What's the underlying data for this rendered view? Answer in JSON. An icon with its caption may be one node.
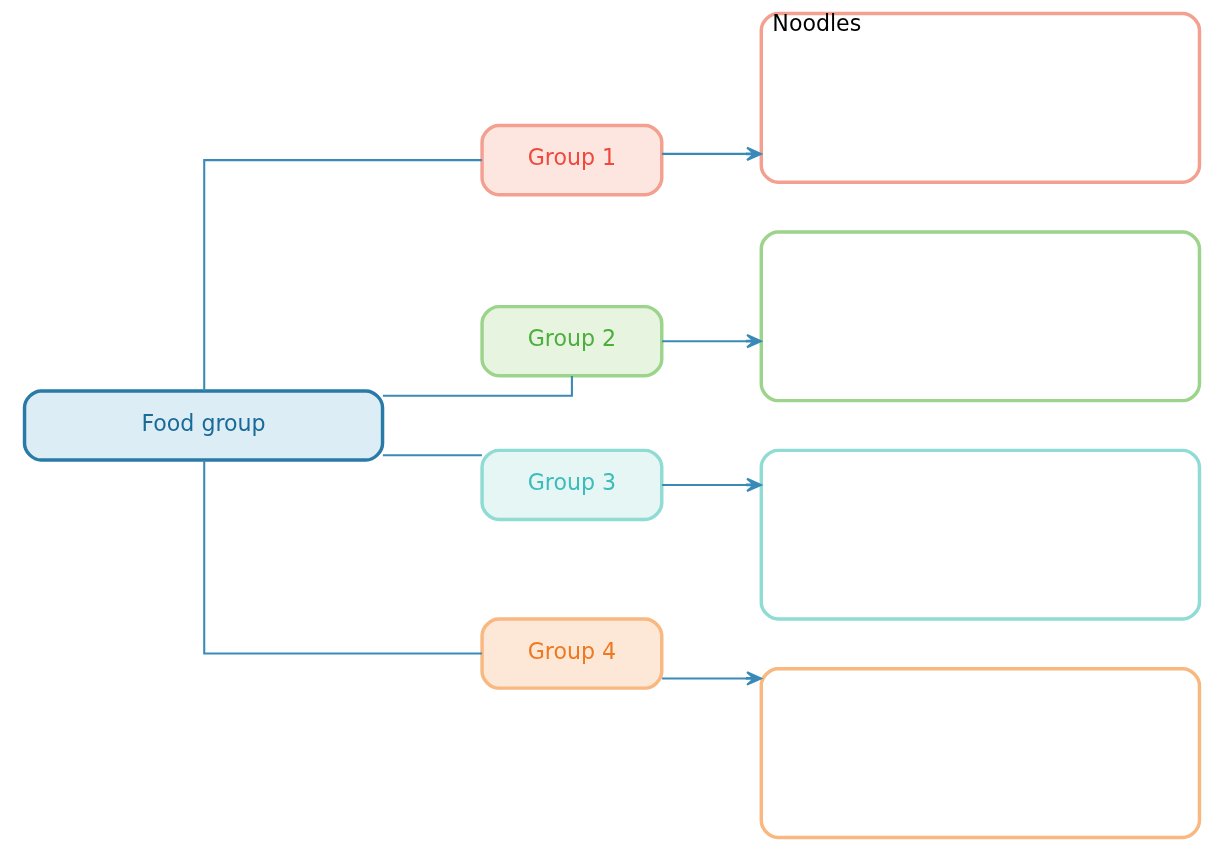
{
  "diagram": {
    "nodes": [
      {
        "text": [
          "Food group"
        ]
      },
      {
        "text": [
          "Group 1"
        ]
      },
      {
        "text": [
          "Group 2"
        ]
      },
      {
        "text": [
          "Group 3"
        ]
      },
      {
        "text": [
          "Group 4"
        ]
      },
      {
        "text": [
          "Noodles"
        ]
      },
      {
        "text": [],
        "shape": "box"
      },
      {
        "text": [],
        "shape": "box"
      },
      {
        "text": [],
        "shape": "box"
      }
    ],
    "edges": [
      {
        "from": 0,
        "to": 1,
        "arrow": "none"
      },
      {
        "from": 0,
        "to": 2,
        "arrow": "none"
      },
      {
        "from": 0,
        "to": 3,
        "arrow": "none"
      },
      {
        "from": 0,
        "to": 4,
        "arrow": "none"
      },
      {
        "from": 1,
        "to": 5,
        "arrow": "to"
      },
      {
        "from": 2,
        "to": 6,
        "arrow": "to"
      },
      {
        "from": 3,
        "to": 7,
        "arrow": "to"
      },
      {
        "from": 4,
        "to": 8,
        "arrow": "to"
      }
    ]
  }
}
